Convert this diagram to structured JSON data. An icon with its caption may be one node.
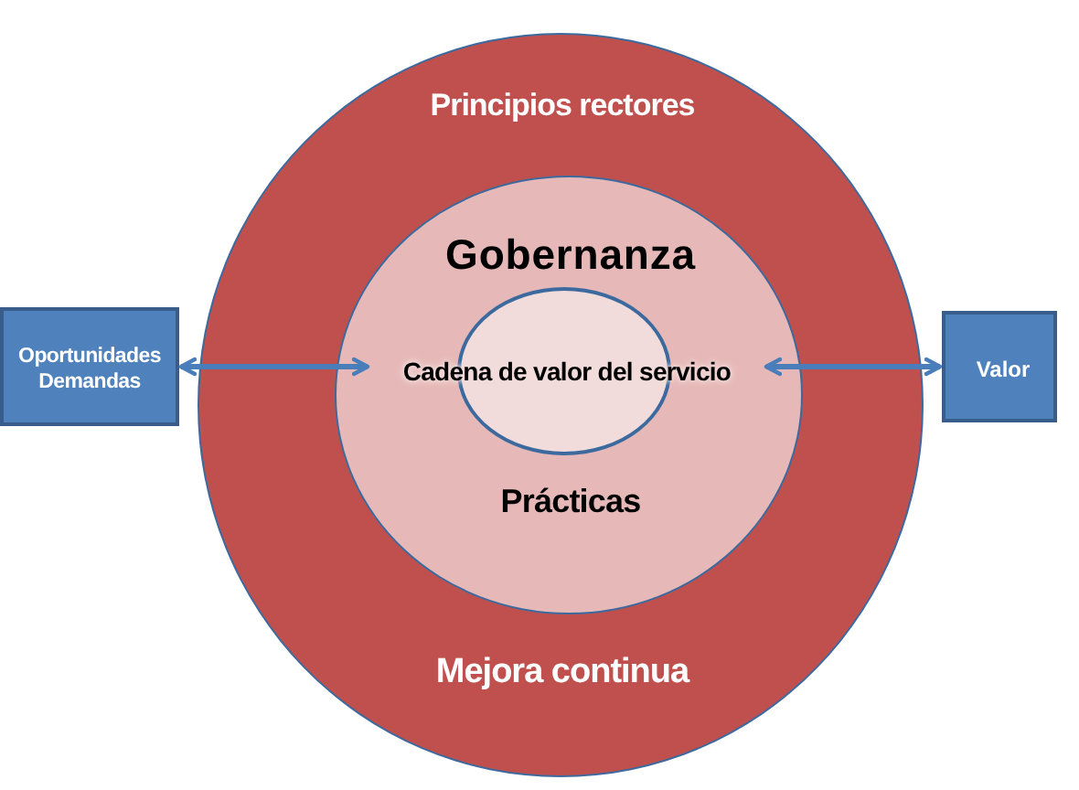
{
  "diagram": {
    "nodes": [
      {
        "text": [
          "Principios rectores",
          "Mejora continua"
        ]
      },
      {
        "text": [
          "Gobernanza",
          "Prácticas"
        ],
        "in": 0
      },
      {
        "text": [
          "Cadena de valor del servicio"
        ],
        "in": 1
      },
      {
        "text": [
          "Oportunidades Demandas"
        ]
      },
      {
        "text": [
          "Valor"
        ]
      }
    ],
    "edges": [
      {
        "from": 3,
        "to": 2,
        "arrow": "both"
      },
      {
        "from": 2,
        "to": 4,
        "arrow": "both"
      }
    ]
  }
}
